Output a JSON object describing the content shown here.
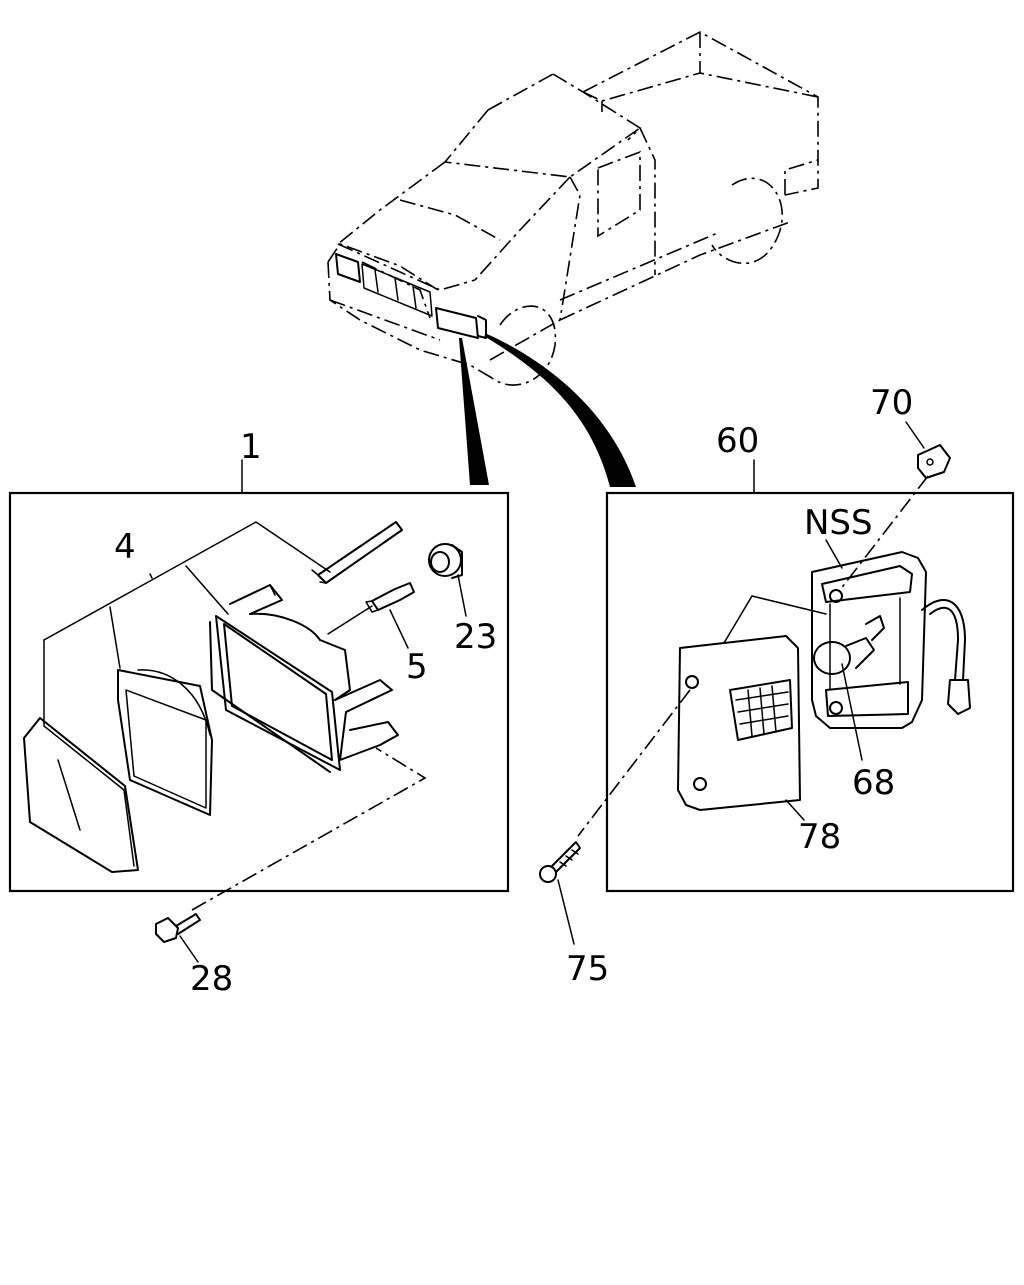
{
  "callouts": {
    "assembly_left": "1",
    "headlamp_unit": "4",
    "bulb": "5",
    "cap": "23",
    "bolt": "28",
    "assembly_right": "60",
    "clip": "70",
    "nss": "NSS",
    "side_bulb": "68",
    "lens": "78",
    "screw": "75"
  }
}
